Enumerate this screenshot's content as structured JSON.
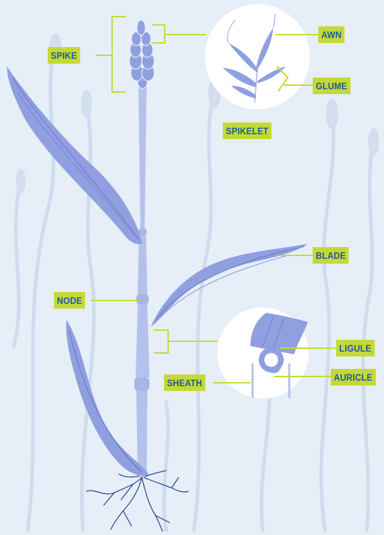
{
  "labels": {
    "spike": "SPIKE",
    "awn": "AWN",
    "glume": "GLUME",
    "spikelet": "SPIKELET",
    "blade": "BLADE",
    "node": "NODE",
    "ligule": "LIGULE",
    "auricle": "AURICLE",
    "sheath": "SHEATH"
  },
  "colors": {
    "background": "#e6eef7",
    "plant": "#8f9fe0",
    "plant_dark": "#6f7fc9",
    "stem": "#b5c1ec",
    "leader_line": "#c5d935",
    "label_background": "#c5d935",
    "label_text": "#1f5a9c",
    "detail_circle": "#ffffff"
  }
}
